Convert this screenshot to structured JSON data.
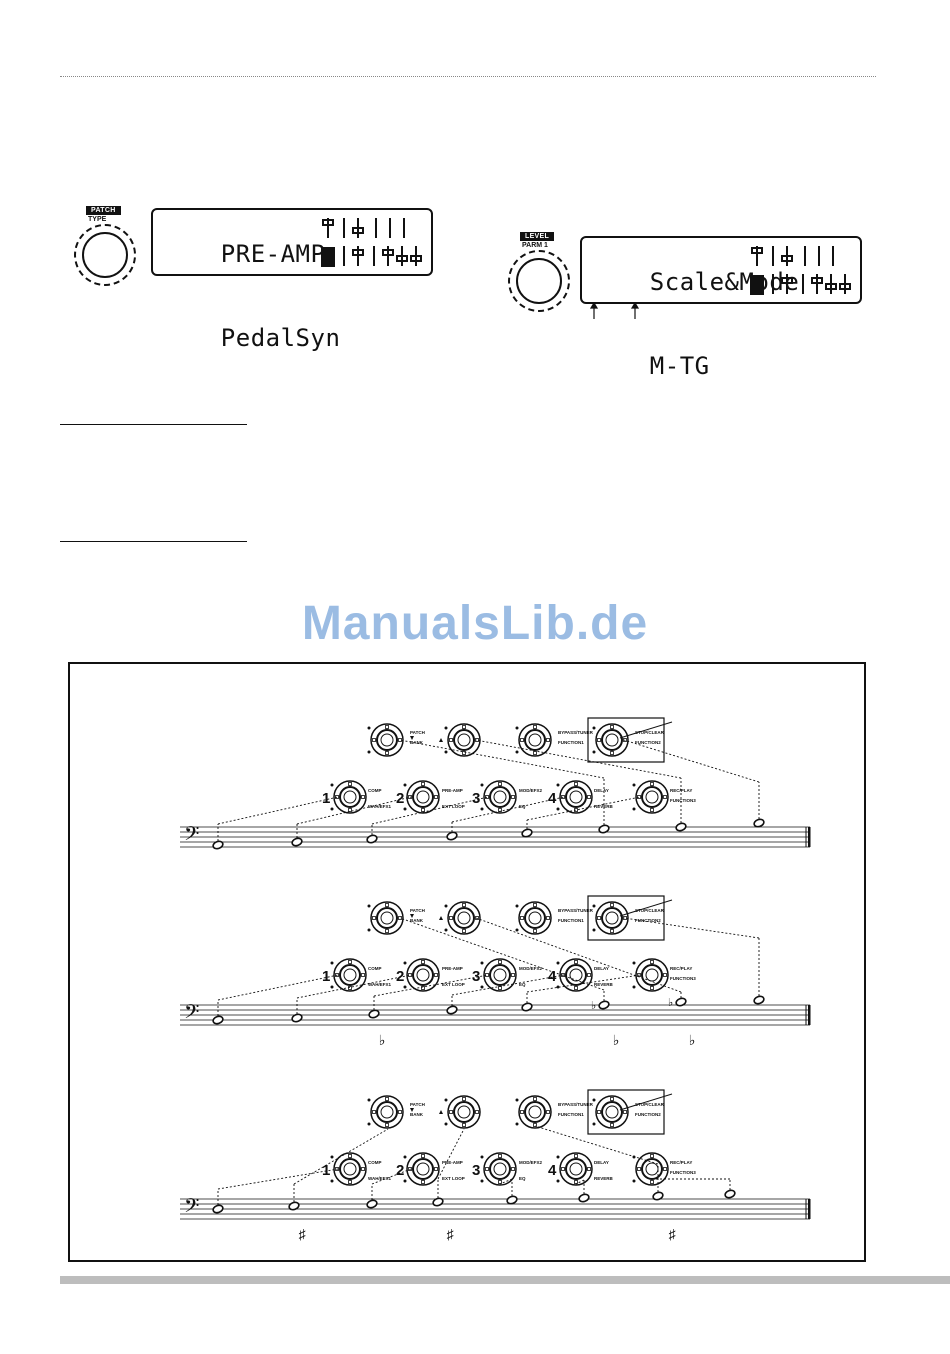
{
  "display_left": {
    "knob_tag": "PATCH",
    "knob_label": "TYPE",
    "line1": "PRE-AMP",
    "line2": "PedalSyn"
  },
  "display_right": {
    "knob_tag": "LEVEL",
    "knob_label": "PARM 1",
    "line1": "Scale&Mode",
    "line2": "M-TG"
  },
  "watermark": "ManualsLib.de",
  "pedal_labels": {
    "patch": "PATCH",
    "bank": "BANK",
    "bypass_tuner": "BYPASS/TUNER",
    "function1": "FUNCTION1",
    "stop_clear": "STOP/CLEAR",
    "function2": "FUNCTION2",
    "comp": "COMP",
    "wah_efx1": "WAH/EFX1",
    "pre_amp": "PRE-AMP",
    "ext_loop": "EXT LOOP",
    "mod_efx2": "MOD/EFX2",
    "eq": "EQ",
    "delay": "DELAY",
    "reverb": "REVERB",
    "rec_play": "REC/PLAY",
    "function3": "FUNCTION3",
    "num1": "1",
    "num2": "2",
    "num3": "3",
    "num4": "4"
  },
  "accidentals": {
    "flat": "♭",
    "sharp": "♯"
  }
}
